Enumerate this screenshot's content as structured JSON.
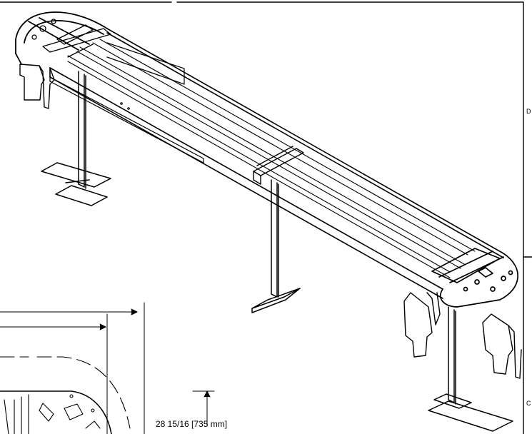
{
  "drawing": {
    "dimension_label": "28 15/16 [735 mm]",
    "zone_labels": [
      "D",
      "C"
    ]
  },
  "colors": {
    "line": "#000000",
    "background": "#ffffff"
  }
}
